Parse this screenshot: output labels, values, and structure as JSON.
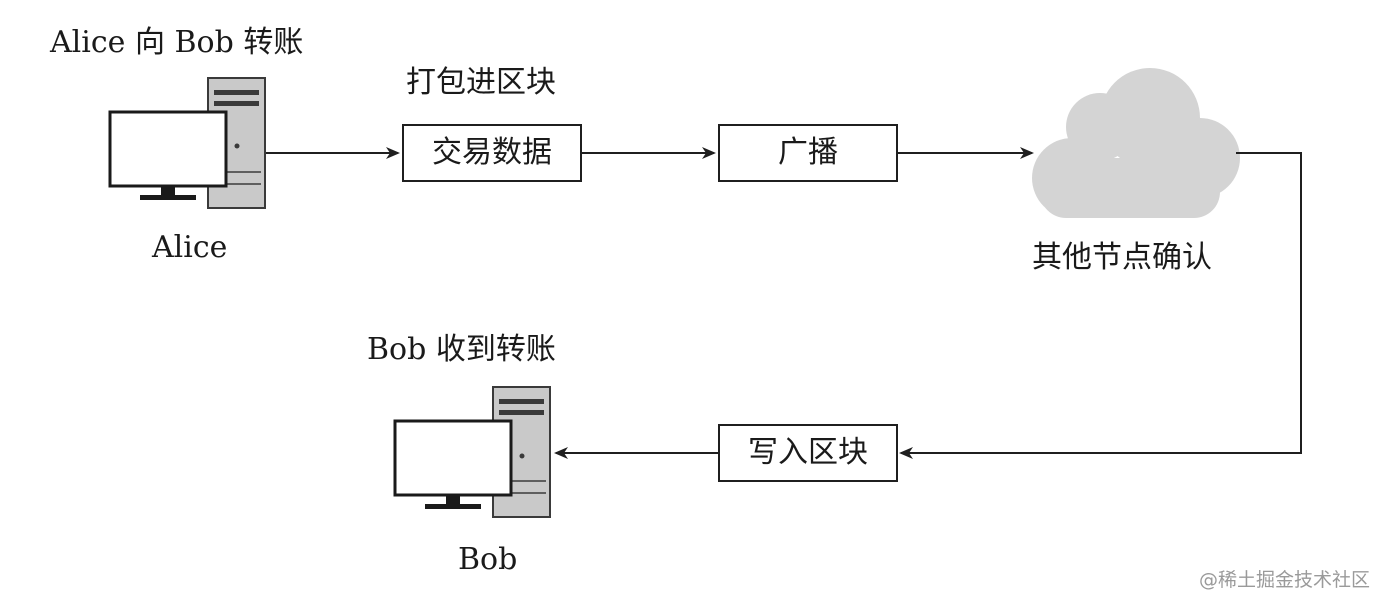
{
  "labels": {
    "title_top": "Alice 向 Bob 转账",
    "pack_label": "打包进区块",
    "alice_name": "Alice",
    "confirm_label": "其他节点确认",
    "bob_receive": "Bob 收到转账",
    "bob_name": "Bob"
  },
  "boxes": {
    "transaction": "交易数据",
    "broadcast": "广播",
    "write_block": "写入区块"
  },
  "icons": {
    "alice_computer": "desktop-computer-icon",
    "bob_computer": "desktop-computer-icon",
    "network": "cloud-icon"
  },
  "colors": {
    "stroke": "#1f1f1f",
    "cloud": "#d4d4d4",
    "tower": "#c9c9c9",
    "watermark": "#9a9a9a"
  },
  "watermark": "@稀土掘金技术社区"
}
